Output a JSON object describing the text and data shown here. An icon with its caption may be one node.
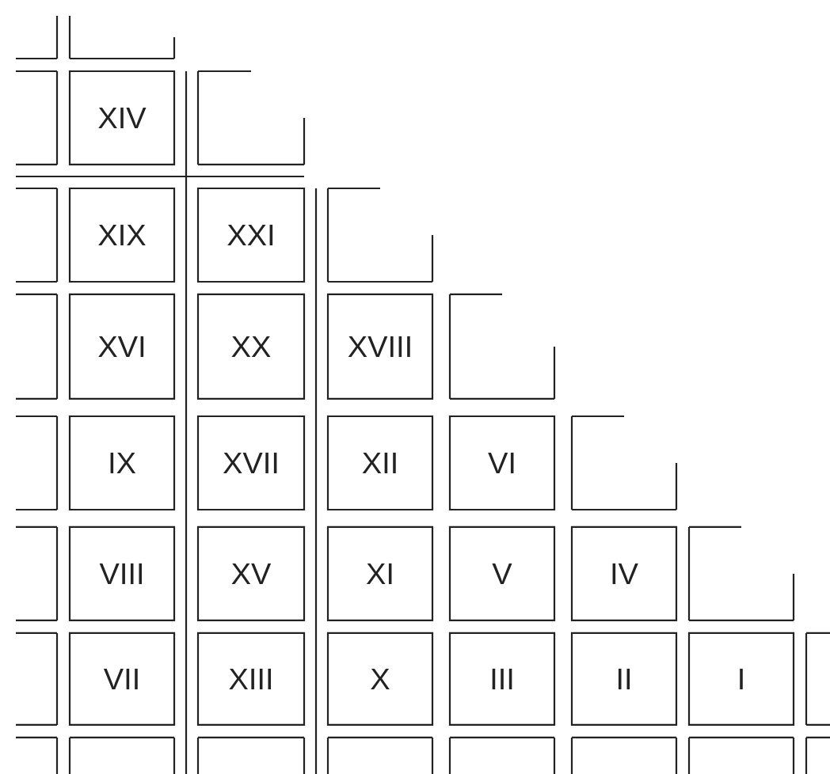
{
  "diagram": {
    "nodes": [
      {
        "text": [
          "XIV"
        ]
      },
      {
        "text": [
          "XIX"
        ]
      },
      {
        "text": [
          "XXI"
        ]
      },
      {
        "text": [
          "XVI"
        ]
      },
      {
        "text": [
          "XX"
        ]
      },
      {
        "text": [
          "XVIII"
        ]
      },
      {
        "text": [
          "IX"
        ]
      },
      {
        "text": [
          "XVII"
        ]
      },
      {
        "text": [
          "XII"
        ]
      },
      {
        "text": [
          "VI"
        ]
      },
      {
        "text": [
          "VIII"
        ]
      },
      {
        "text": [
          "XV"
        ]
      },
      {
        "text": [
          "XI"
        ]
      },
      {
        "text": [
          "V"
        ]
      },
      {
        "text": [
          "IV"
        ]
      },
      {
        "text": [
          "VII"
        ]
      },
      {
        "text": [
          "XIII"
        ]
      },
      {
        "text": [
          "X"
        ]
      },
      {
        "text": [
          "III"
        ]
      },
      {
        "text": [
          "II"
        ]
      },
      {
        "text": [
          "I"
        ]
      }
    ]
  }
}
